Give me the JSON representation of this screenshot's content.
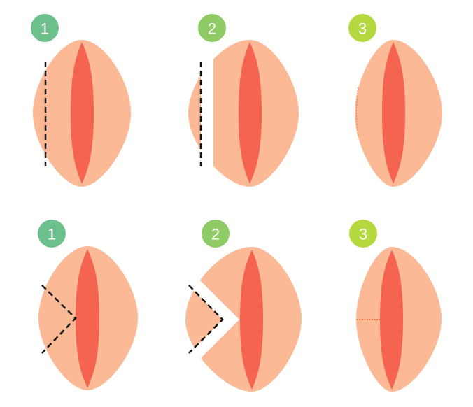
{
  "colors": {
    "outer": "#fbb995",
    "inner": "#f46450",
    "badge_1": "#6cc08b",
    "badge_2": "#8fcb64",
    "badge_3": "#b4d83d",
    "cut_line": "#111111",
    "suture": "#f27b50"
  },
  "rows": [
    {
      "technique": "trim",
      "steps": [
        {
          "badge": "1"
        },
        {
          "badge": "2"
        },
        {
          "badge": "3"
        }
      ]
    },
    {
      "technique": "wedge",
      "steps": [
        {
          "badge": "1"
        },
        {
          "badge": "2"
        },
        {
          "badge": "3"
        }
      ]
    }
  ]
}
